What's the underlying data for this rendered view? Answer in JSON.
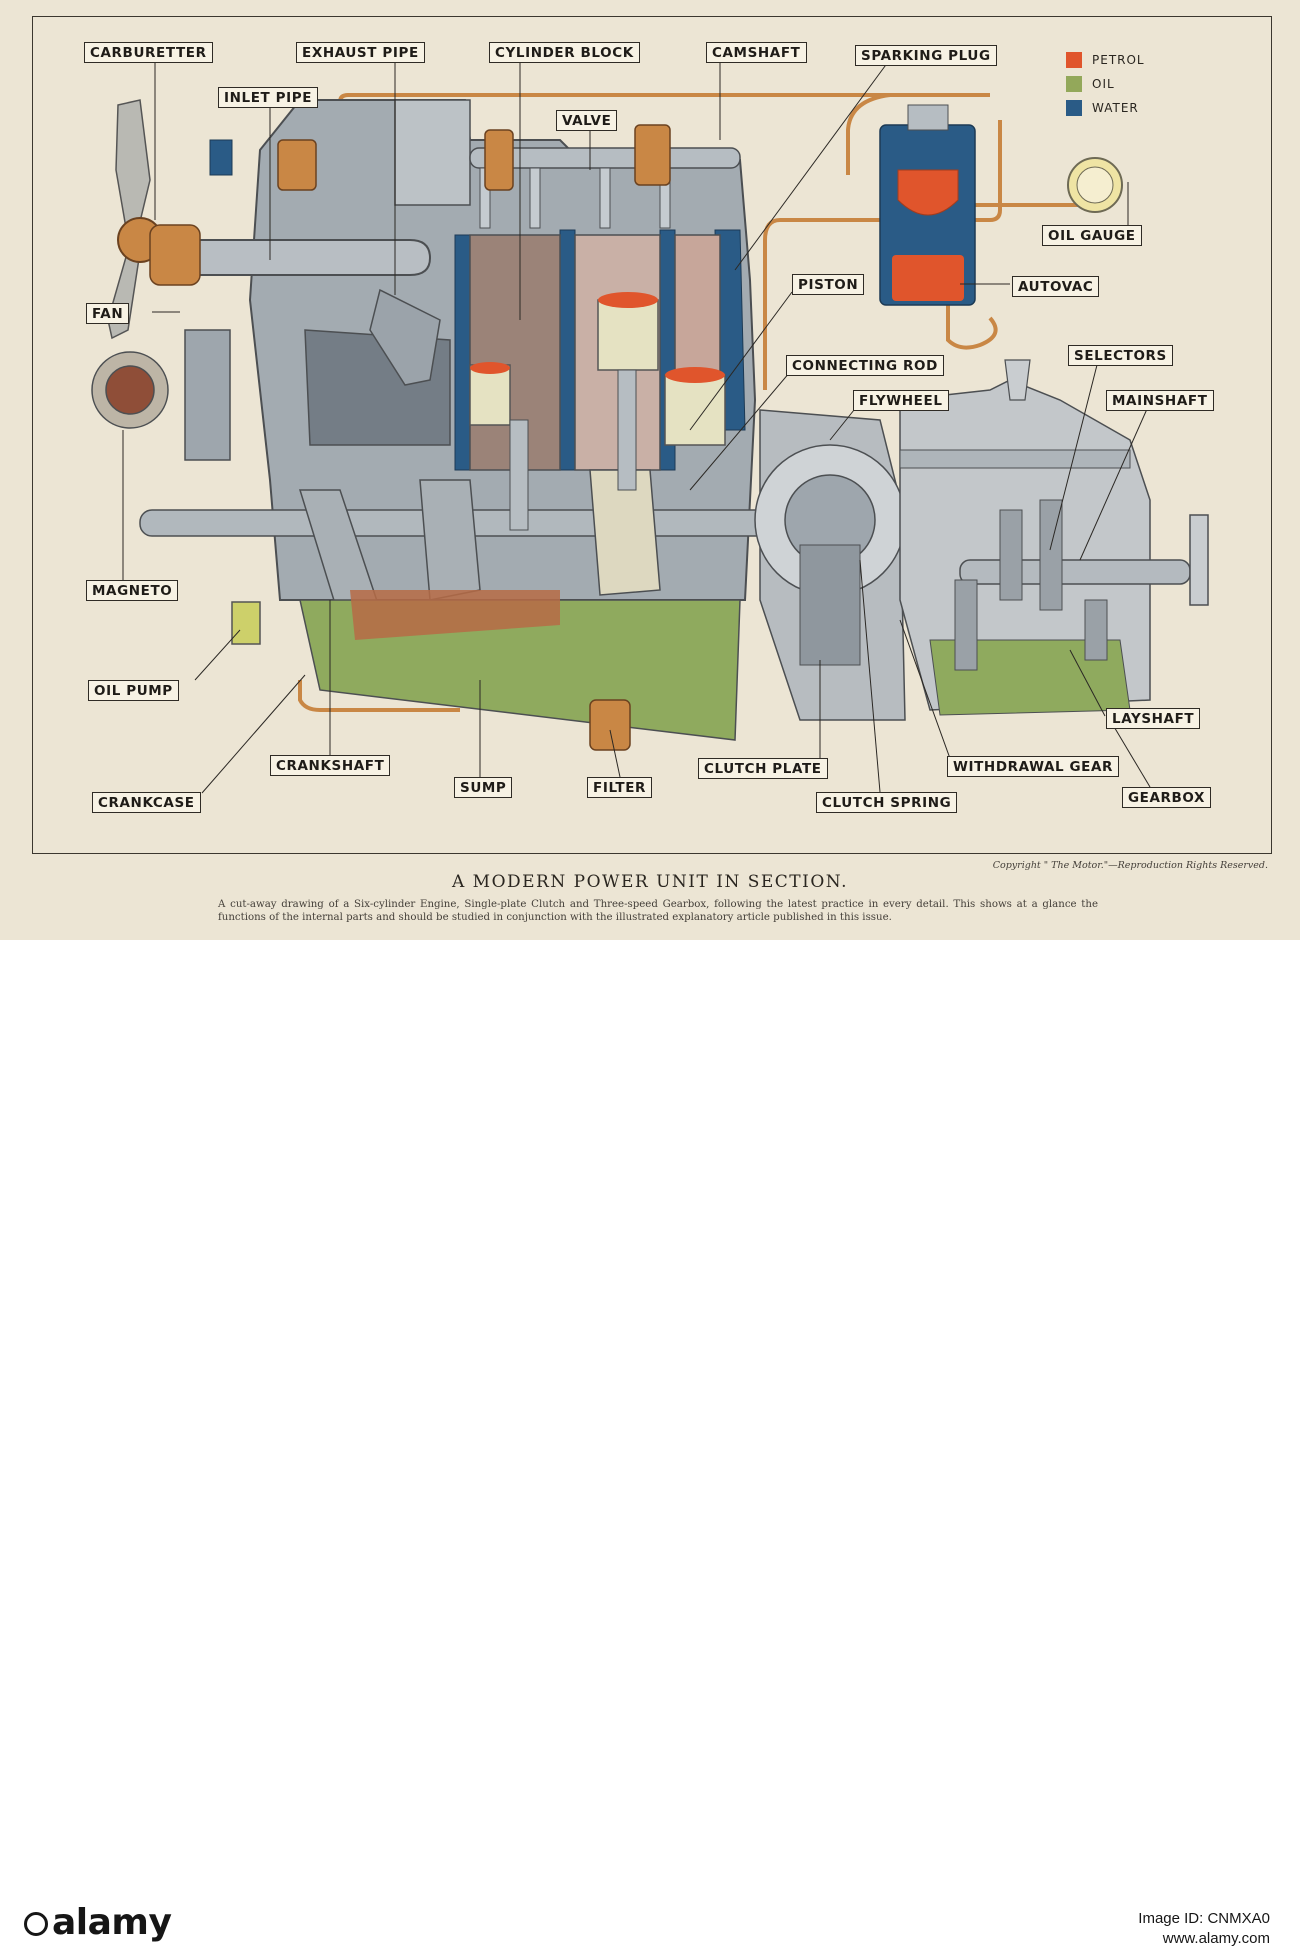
{
  "legend": [
    {
      "label": "PETROL",
      "color": "#e0552c"
    },
    {
      "label": "OIL",
      "color": "#93a85a"
    },
    {
      "label": "WATER",
      "color": "#2a5b86"
    }
  ],
  "labels": {
    "carburetter": "CARBURETTER",
    "exhaust_pipe": "EXHAUST PIPE",
    "cylinder_block": "CYLINDER BLOCK",
    "camshaft": "CAMSHAFT",
    "sparking_plug": "SPARKING PLUG",
    "inlet_pipe": "INLET PIPE",
    "valve": "VALVE",
    "oil_gauge": "OIL GAUGE",
    "piston": "PISTON",
    "autovac": "AUTOVAC",
    "fan": "FAN",
    "connecting_rod": "CONNECTING ROD",
    "selectors": "SELECTORS",
    "flywheel": "FLYWHEEL",
    "mainshaft": "MAINSHAFT",
    "magneto": "MAGNETO",
    "oil_pump": "OIL PUMP",
    "layshaft": "LAYSHAFT",
    "crankshaft": "CRANKSHAFT",
    "clutch_plate": "CLUTCH PLATE",
    "withdrawal_gear": "WITHDRAWAL GEAR",
    "sump": "SUMP",
    "filter": "FILTER",
    "crankcase": "CRANKCASE",
    "clutch_spring": "CLUTCH SPRING",
    "gearbox": "GEARBOX"
  },
  "caption": "A MODERN POWER UNIT IN SECTION.",
  "description": "A cut-away drawing of a Six-cylinder Engine, Single-plate Clutch and Three-speed Gearbox, following the latest practice in every detail. This shows at a glance the functions of the internal parts and should be studied in conjunction with the illustrated explanatory article published in this issue.",
  "copyright": "Copyright \" The Motor.\"—Reproduction Rights Reserved.",
  "footer": {
    "brand": "alamy",
    "image_id": "Image ID: CNMXA0",
    "url": "www.alamy.com"
  },
  "colors": {
    "paper": "#ece5d4",
    "metal": "#9ea6ad",
    "water": "#2a5b86",
    "oil": "#8faa5e",
    "petrol": "#e0552c",
    "copper": "#c98745"
  }
}
